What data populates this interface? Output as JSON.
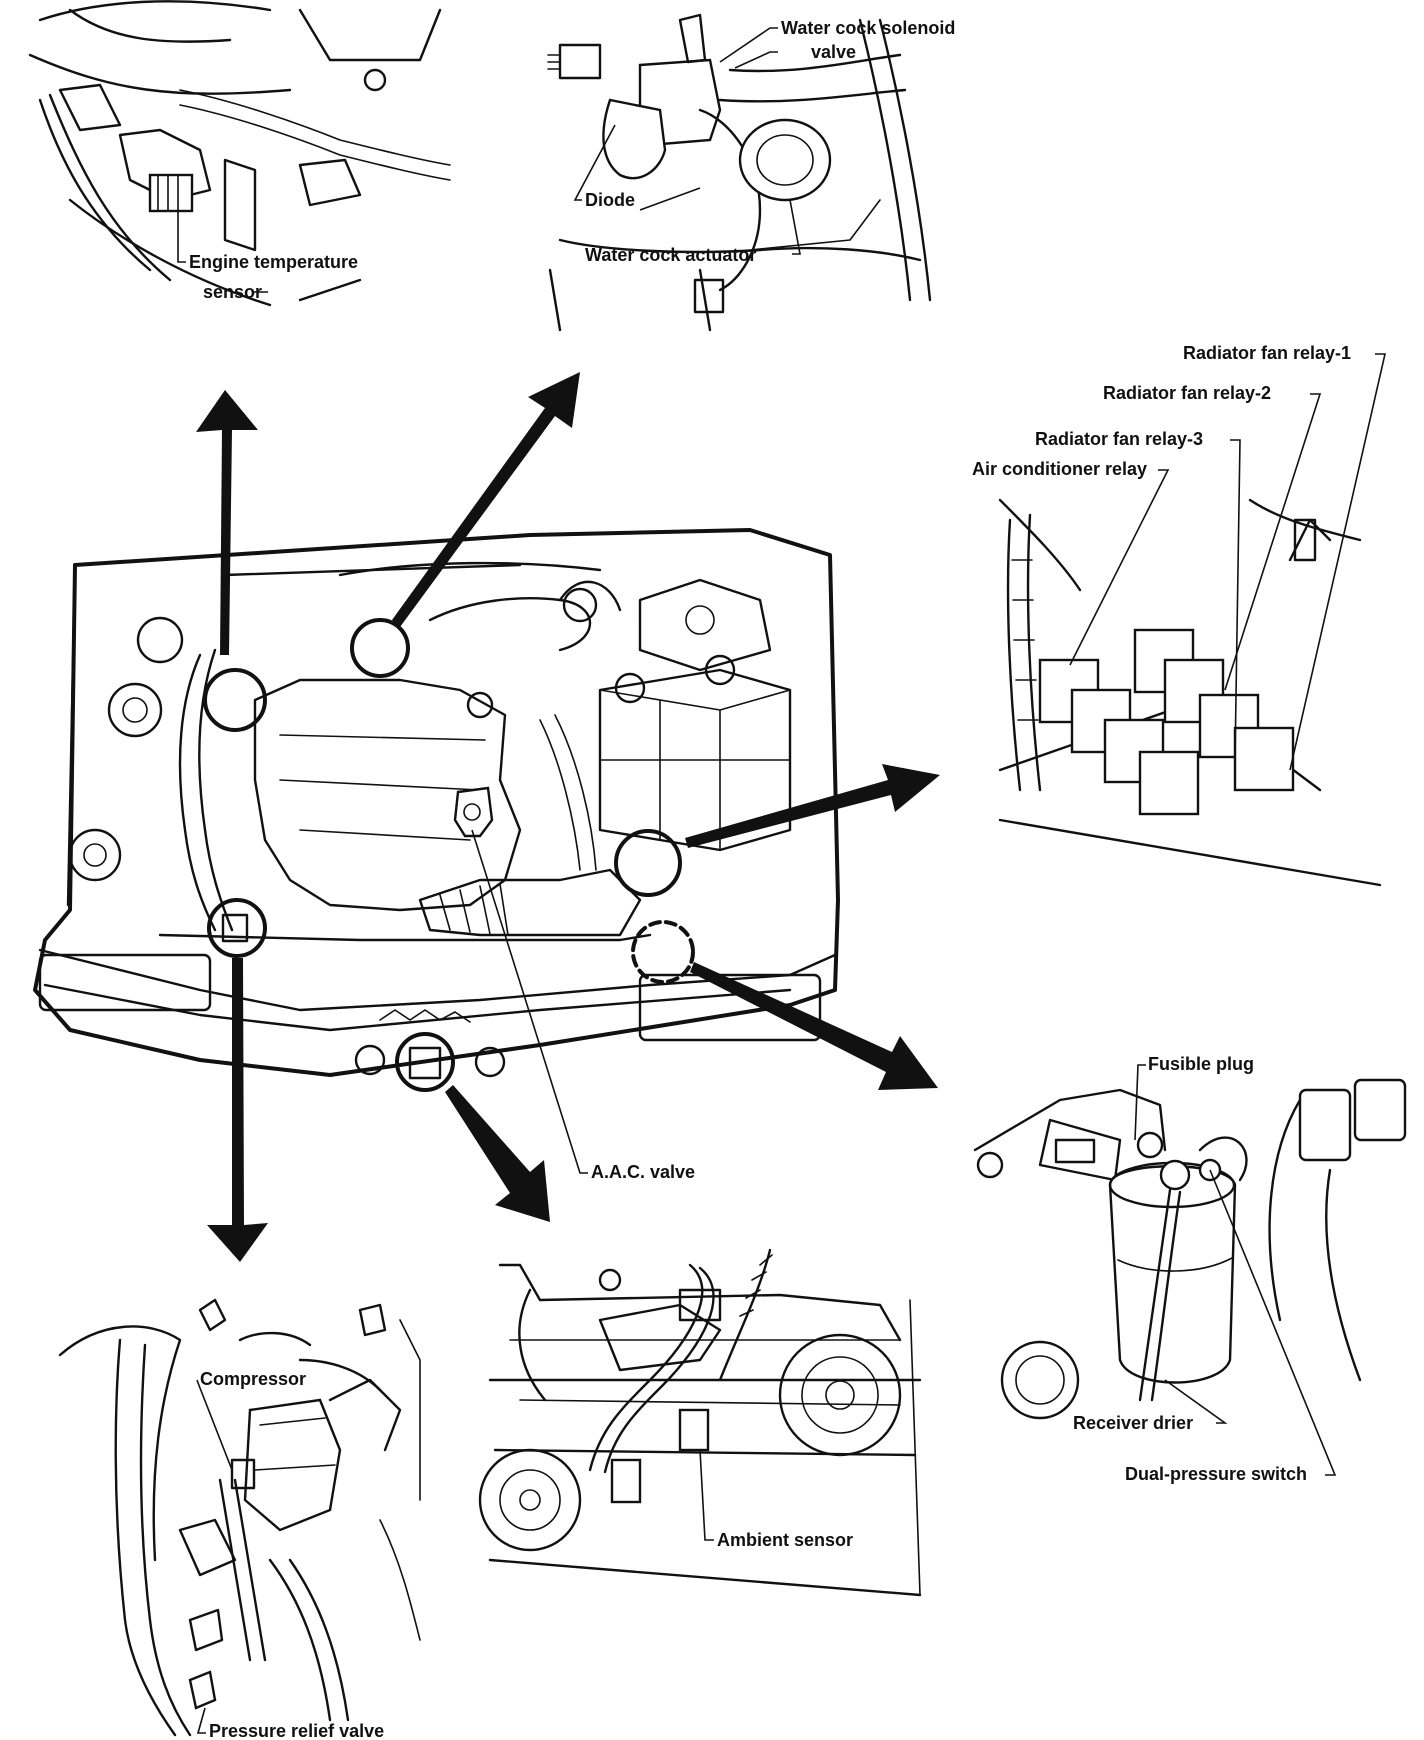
{
  "labels": {
    "engine_temp_sensor_line1": "Engine temperature",
    "engine_temp_sensor_line2": "sensor",
    "water_cock_solenoid_line1": "Water cock solenoid",
    "water_cock_solenoid_line2": "valve",
    "diode": "Diode",
    "water_cock_actuator": "Water cock actuator",
    "radiator_fan_relay_1": "Radiator fan relay-1",
    "radiator_fan_relay_2": "Radiator fan relay-2",
    "radiator_fan_relay_3": "Radiator fan relay-3",
    "air_conditioner_relay": "Air conditioner relay",
    "fusible_plug": "Fusible plug",
    "receiver_drier": "Receiver drier",
    "dual_pressure_switch": "Dual-pressure switch",
    "aac_valve": "A.A.C. valve",
    "ambient_sensor": "Ambient sensor",
    "compressor": "Compressor",
    "pressure_relief_valve": "Pressure relief valve"
  },
  "colors": {
    "ink": "#111111",
    "background": "#ffffff"
  }
}
